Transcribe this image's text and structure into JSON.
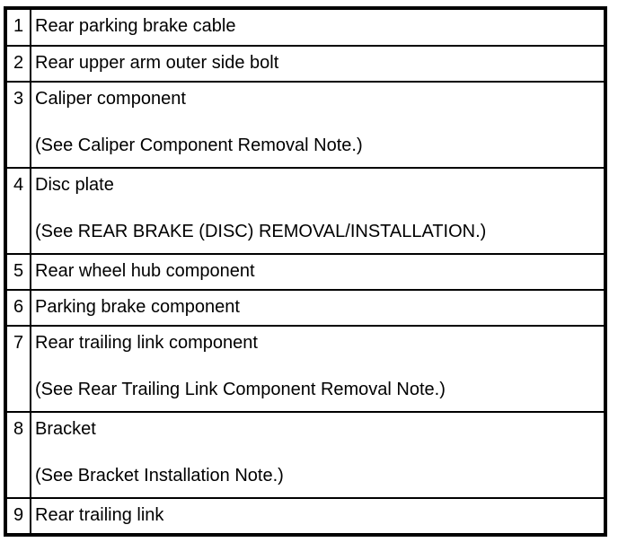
{
  "table": {
    "colors": {
      "border": "#000000",
      "text": "#000000",
      "background": "#ffffff"
    },
    "rows": [
      {
        "num": "1",
        "name": "Rear parking brake cable",
        "note": ""
      },
      {
        "num": "2",
        "name": "Rear upper arm outer side bolt",
        "note": ""
      },
      {
        "num": "3",
        "name": "Caliper component",
        "note": "(See Caliper Component Removal Note.)"
      },
      {
        "num": "4",
        "name": "Disc plate",
        "note": "(See REAR BRAKE (DISC) REMOVAL/INSTALLATION.)"
      },
      {
        "num": "5",
        "name": "Rear wheel hub component",
        "note": ""
      },
      {
        "num": "6",
        "name": "Parking brake component",
        "note": ""
      },
      {
        "num": "7",
        "name": "Rear trailing link component",
        "note": "(See Rear Trailing Link Component Removal Note.)"
      },
      {
        "num": "8",
        "name": "Bracket",
        "note": "(See Bracket Installation Note.)"
      },
      {
        "num": "9",
        "name": "Rear trailing link",
        "note": ""
      }
    ]
  }
}
